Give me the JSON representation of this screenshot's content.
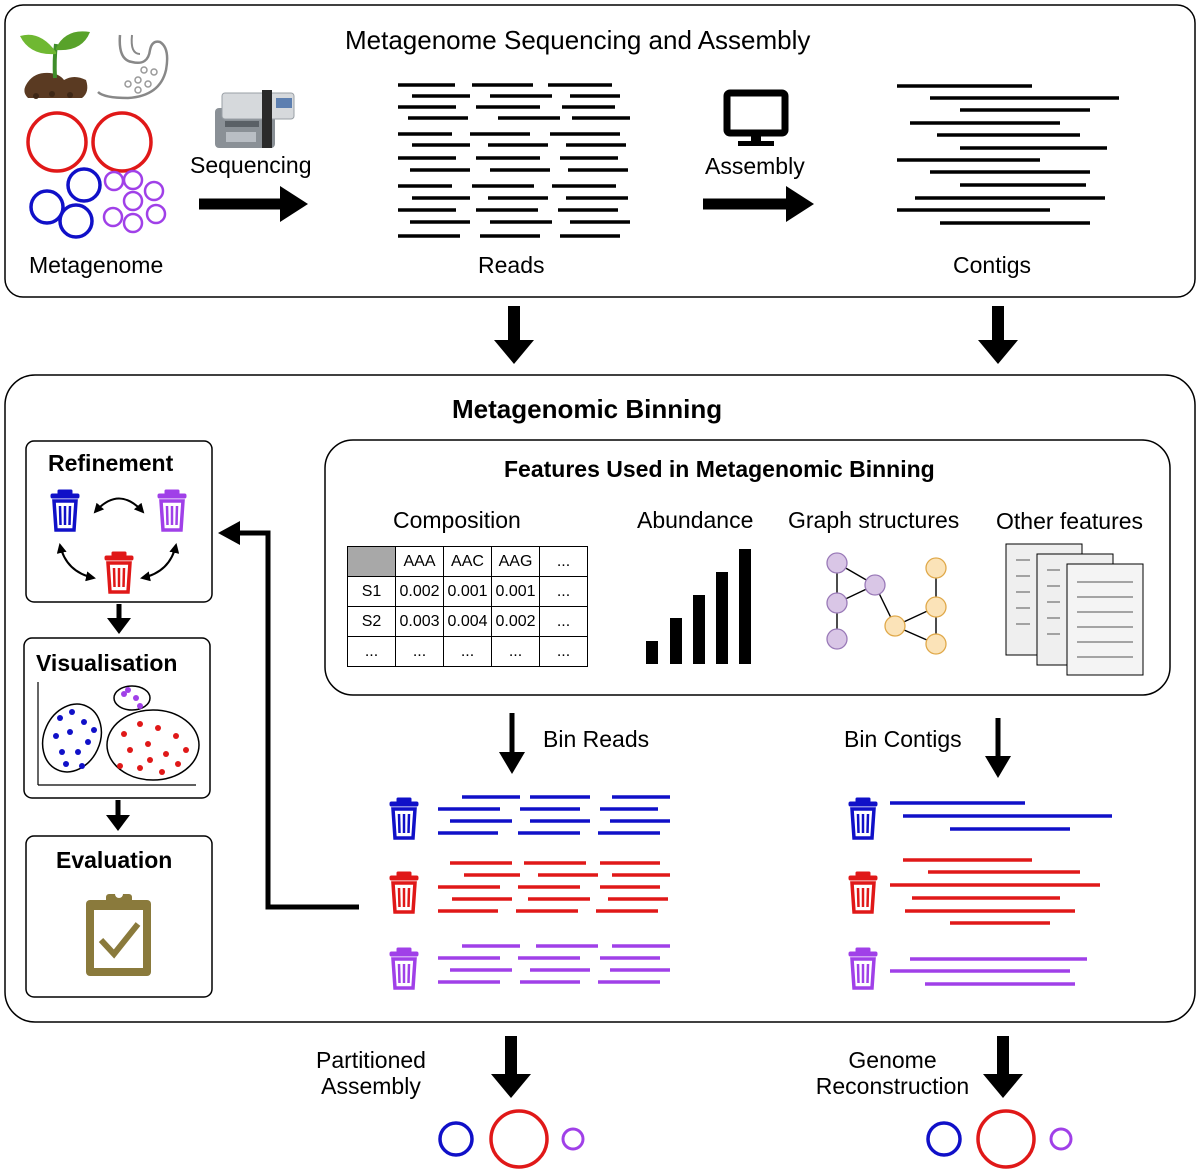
{
  "sequencing": {
    "title": "Metagenome Sequencing and Assembly",
    "metagenome_label": "Metagenome",
    "sequencing_label": "Sequencing",
    "reads_label": "Reads",
    "assembly_label": "Assembly",
    "contigs_label": "Contigs"
  },
  "binning": {
    "title": "Metagenomic Binning",
    "refinement_label": "Refinement",
    "visualisation_label": "Visualisation",
    "evaluation_label": "Evaluation",
    "features": {
      "title": "Features Used in Metagenomic Binning",
      "composition_label": "Composition",
      "abundance_label": "Abundance",
      "graph_label": "Graph structures",
      "other_label": "Other features",
      "table": {
        "header": [
          "",
          "AAA",
          "AAC",
          "AAG",
          "..."
        ],
        "rows": [
          [
            "S1",
            "0.002",
            "0.001",
            "0.001",
            "..."
          ],
          [
            "S2",
            "0.003",
            "0.004",
            "0.002",
            "..."
          ],
          [
            "...",
            "...",
            "...",
            "...",
            "..."
          ]
        ]
      }
    },
    "bin_reads_label": "Bin Reads",
    "bin_contigs_label": "Bin Contigs"
  },
  "outputs": {
    "partitioned_line1": "Partitioned",
    "partitioned_line2": "Assembly",
    "genome_line1": "Genome",
    "genome_line2": "Reconstruction"
  },
  "colors": {
    "blue": "#1010c8",
    "red": "#e01818",
    "purple": "#a040e8",
    "clipboard": "#8a7a3c"
  }
}
